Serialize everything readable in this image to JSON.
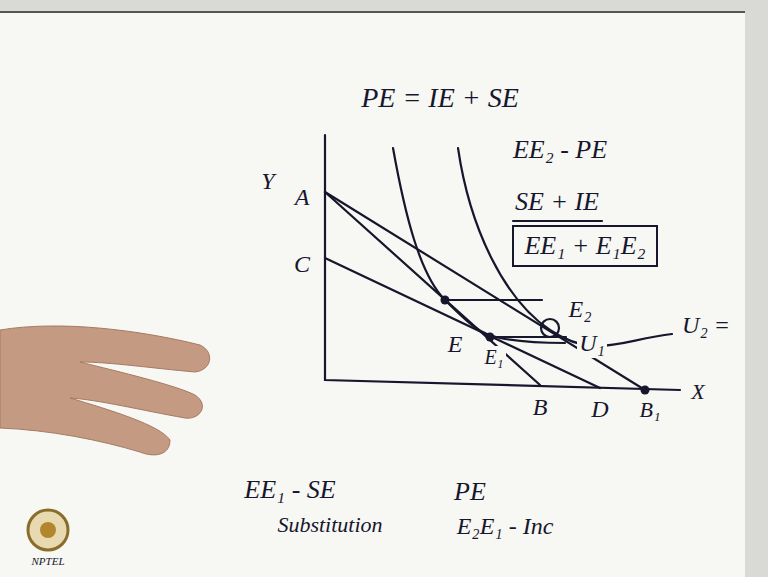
{
  "diagram": {
    "nodes": [
      {
        "text": [
          "EE₁ + E₁E₂"
        ]
      }
    ],
    "labels": [
      "PE = IE + SE",
      "Y",
      "EE₂ - PE",
      "SE + IE",
      "A",
      "C",
      "E₂",
      "U₂ =",
      "E₁",
      "E",
      "U₁",
      "B",
      "D",
      "B₁",
      "X",
      "EE₁ - SE",
      "PE",
      "Substitution",
      "E₂E₁ - Inc",
      "NPTEL"
    ]
  }
}
